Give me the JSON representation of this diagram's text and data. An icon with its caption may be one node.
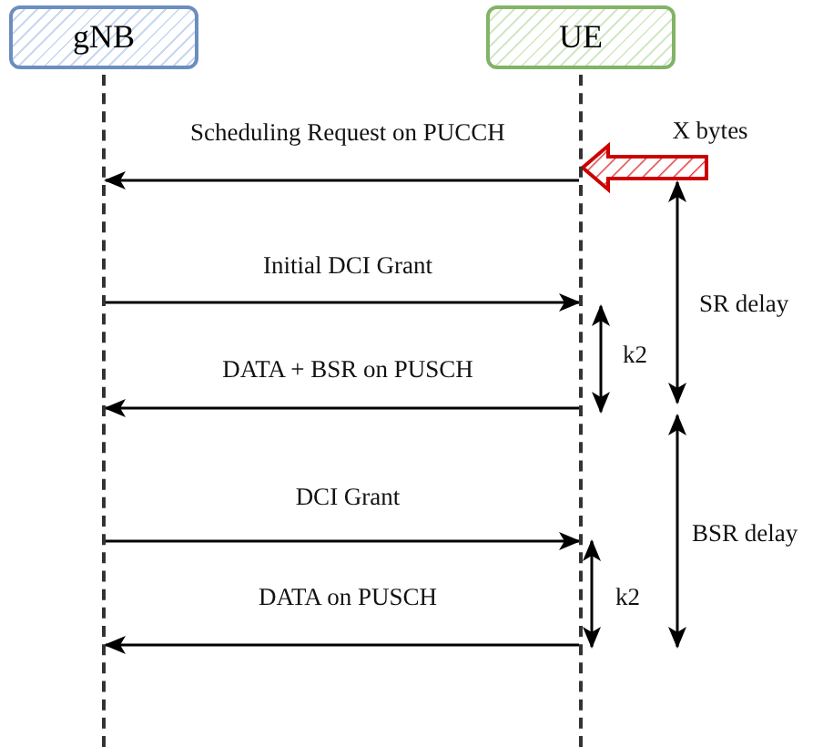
{
  "diagram": {
    "nodes": [
      {
        "text": [
          "gNB"
        ]
      },
      {
        "text": [
          "UE"
        ]
      },
      {
        "text": [],
        "shape": "line"
      },
      {
        "text": [],
        "shape": "line"
      }
    ],
    "edges": [
      {
        "from": null,
        "to": 3,
        "arrow": "to",
        "label": "X bytes",
        "style": "thick",
        "color": "#cc0000"
      },
      {
        "from": 3,
        "to": 2,
        "arrow": "to",
        "label": "Scheduling Request on PUCCH"
      },
      {
        "from": 2,
        "to": 3,
        "arrow": "to",
        "label": "Initial DCI Grant"
      },
      {
        "from": 3,
        "to": 2,
        "arrow": "to",
        "label": "DATA + BSR on PUSCH"
      },
      {
        "from": 2,
        "to": 3,
        "arrow": "to",
        "label": "DCI Grant"
      },
      {
        "from": 3,
        "to": 2,
        "arrow": "to",
        "label": "DATA on PUSCH"
      }
    ],
    "labels": [
      "SR delay",
      "k2",
      "BSR delay",
      "k2"
    ]
  }
}
